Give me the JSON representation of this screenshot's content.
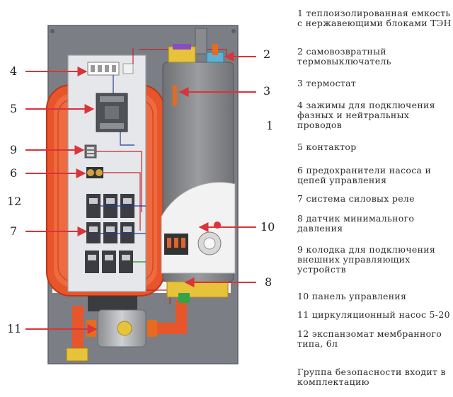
{
  "callouts": {
    "c1": "1",
    "c2": "2",
    "c3": "3",
    "c4": "4",
    "c5": "5",
    "c6": "6",
    "c7": "7",
    "c8": "8",
    "c9": "9",
    "c10": "10",
    "c11": "11",
    "c12": "12"
  },
  "legend": [
    "1 теплоизолированная емкость\nс нержавеющими блоками ТЭН",
    "2 самовозвратный\nтермовыключатель",
    "3 термостат",
    "4 зажимы для подключения\nфазных и нейтральных\nпроводов",
    "5 контактор",
    "6 предохранители насоса и\nцепей управления",
    "7 система силовых реле",
    "8 датчик минимального\nдавления",
    "9 колодка для подключения\nвнешних управляющих\nустройств",
    "10 панель управления",
    "11 циркуляционный насос 5-20",
    "12 экспанзомат мембранного\nтипа, 6л",
    "Группа безопасности входит в\nкомплектацию"
  ],
  "colors": {
    "arrow": "#d9343a",
    "housing": "#7b7e85",
    "tank": "#808286",
    "expansion": "#e8552a",
    "panel": "#e6e7ea"
  }
}
